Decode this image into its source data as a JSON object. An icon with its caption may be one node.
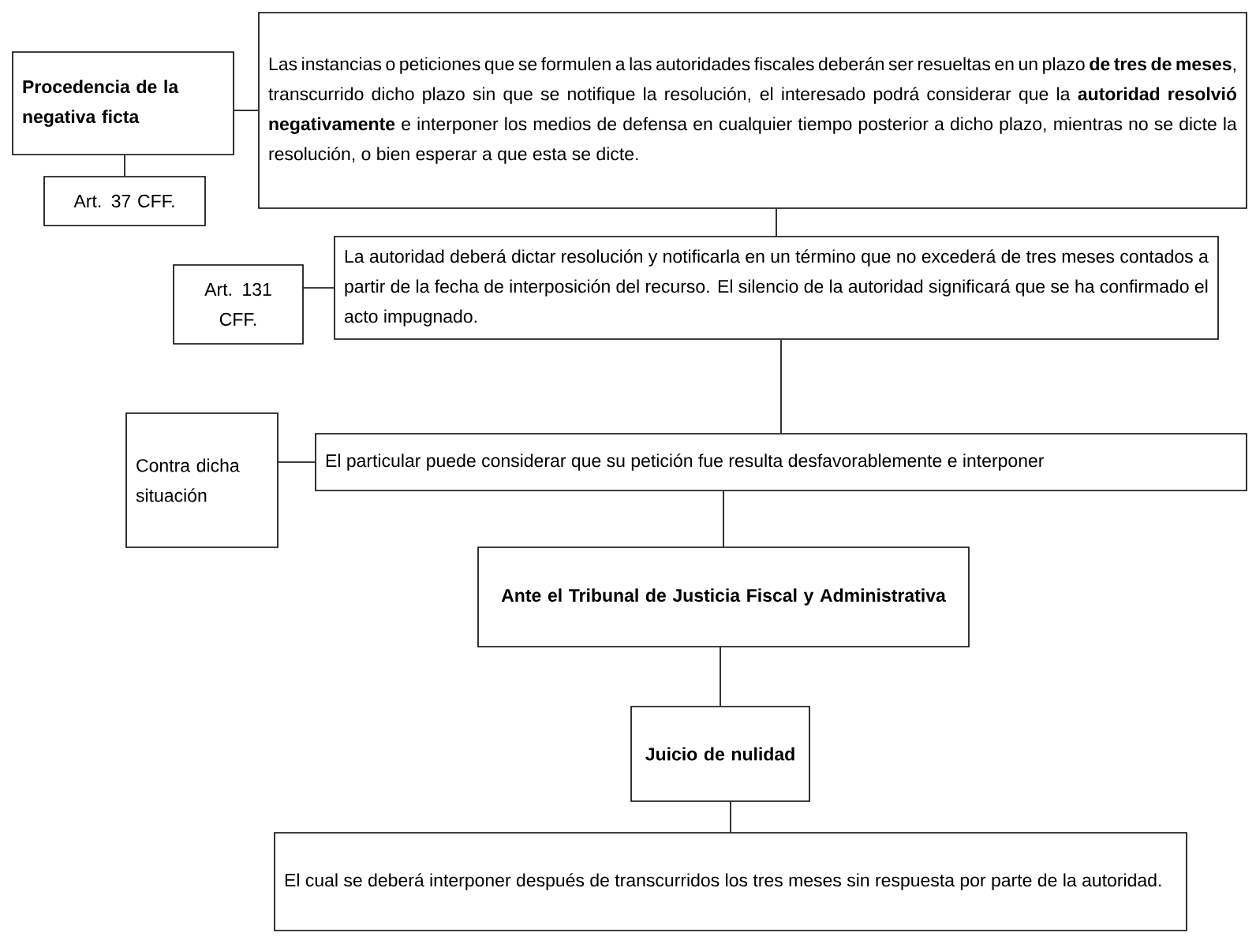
{
  "diagram": {
    "nodes": [
      {
        "text": [
          "Procedencia de la negativa ficta"
        ]
      },
      {
        "text": [
          "Art. 37 CFF."
        ]
      },
      {
        "text": [
          "Las instancias o peticiones que se formulen a las autoridades fiscales deberán ser resueltas en un plazo **de tres de meses**, transcurrido dicho plazo sin que se notifique la resolución, el interesado podrá considerar que la **autoridad resolvió negativamente** e interponer los medios de defensa en cualquier tiempo posterior a dicho plazo, mientras no se dicte la resolución, o bien esperar a que esta se dicte."
        ]
      },
      {
        "text": [
          "Art. 131 CFF."
        ]
      },
      {
        "text": [
          "La autoridad deberá dictar resolución y notificarla en un término que no excederá de tres meses contados a partir de la fecha de interposición del recurso. El silencio de la autoridad significará que se ha confirmado el acto impugnado."
        ]
      },
      {
        "text": [
          "Contra dicha situación"
        ]
      },
      {
        "text": [
          "El particular puede considerar que su petición fue resulta desfavorablemente e interponer"
        ]
      },
      {
        "text": [
          "Ante el Tribunal de Justicia Fiscal y Administrativa"
        ]
      },
      {
        "text": [
          "Juicio de nulidad"
        ]
      },
      {
        "text": [
          "El cual se deberá interponer después de transcurridos los tres meses sin respuesta por parte de la autoridad."
        ]
      }
    ],
    "edges": [
      {
        "from": 0,
        "to": 2,
        "arrow": "none"
      },
      {
        "from": 0,
        "to": 1,
        "arrow": "none"
      },
      {
        "from": 2,
        "to": 4,
        "arrow": "none"
      },
      {
        "from": 3,
        "to": 4,
        "arrow": "none"
      },
      {
        "from": 4,
        "to": 6,
        "arrow": "none"
      },
      {
        "from": 5,
        "to": 6,
        "arrow": "none"
      },
      {
        "from": 6,
        "to": 7,
        "arrow": "none"
      },
      {
        "from": 7,
        "to": 8,
        "arrow": "none"
      },
      {
        "from": 8,
        "to": 9,
        "arrow": "none"
      }
    ]
  }
}
